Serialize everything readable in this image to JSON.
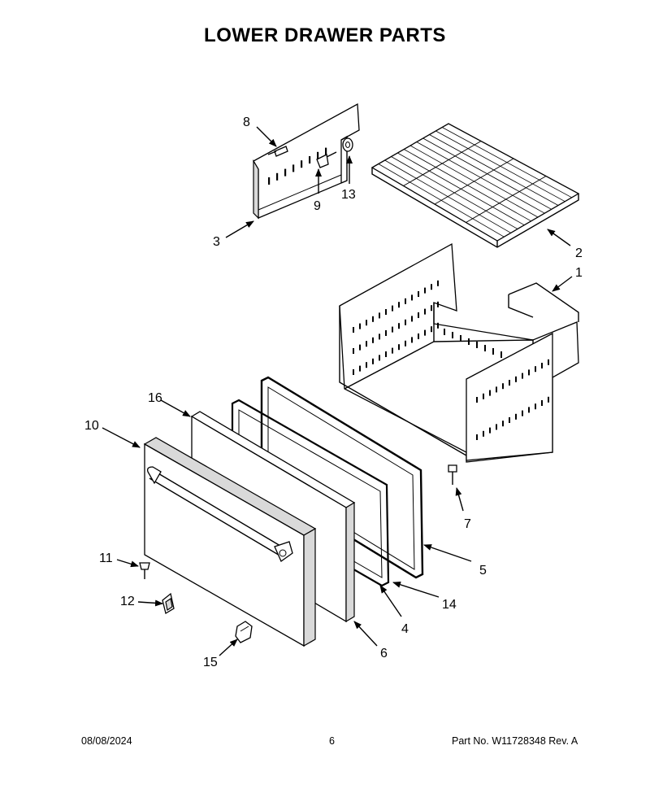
{
  "page": {
    "title": "LOWER DRAWER PARTS"
  },
  "parts": [
    {
      "number": "1"
    },
    {
      "number": "2"
    },
    {
      "number": "3"
    },
    {
      "number": "4"
    },
    {
      "number": "5"
    },
    {
      "number": "6"
    },
    {
      "number": "7"
    },
    {
      "number": "8"
    },
    {
      "number": "9"
    },
    {
      "number": "10"
    },
    {
      "number": "11"
    },
    {
      "number": "12"
    },
    {
      "number": "13"
    },
    {
      "number": "14"
    },
    {
      "number": "15"
    },
    {
      "number": "16"
    }
  ],
  "footer": {
    "date": "08/08/2024",
    "page_number": "6",
    "part_no": "Part No.  W11728348  Rev.  A"
  }
}
